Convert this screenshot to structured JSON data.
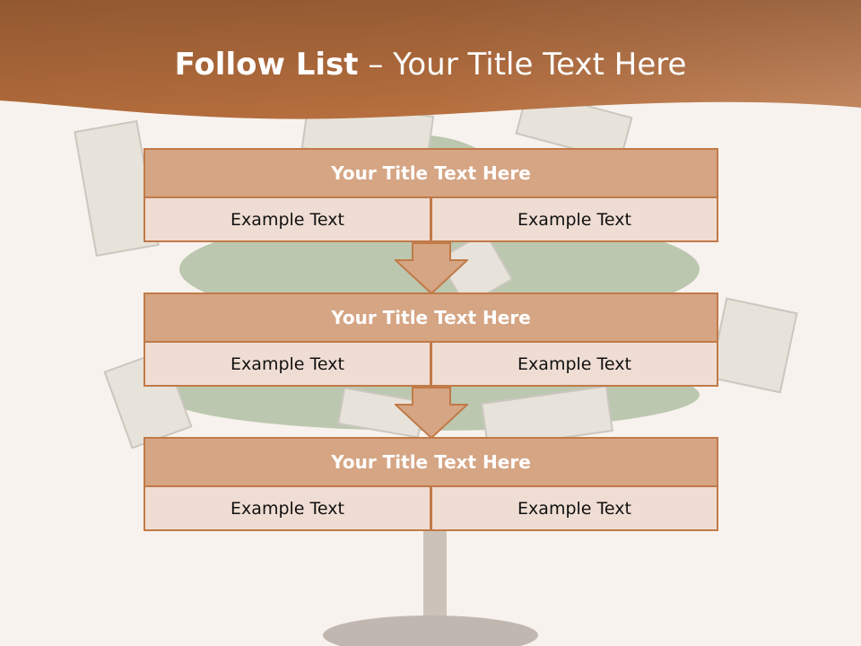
{
  "slide": {
    "title_bold": "Follow List",
    "title_rest": " – Your Title Text Here"
  },
  "steps": [
    {
      "title": "Your Title Text Here",
      "left": "Example Text",
      "right": "Example Text"
    },
    {
      "title": "Your Title Text Here",
      "left": "Example Text",
      "right": "Example Text"
    },
    {
      "title": "Your Title Text Here",
      "left": "Example Text",
      "right": "Example Text"
    }
  ],
  "colors": {
    "banner": "#b8703f",
    "header_fill": "#d5a584",
    "cell_fill": "#efddd3",
    "border": "#c17a48"
  }
}
